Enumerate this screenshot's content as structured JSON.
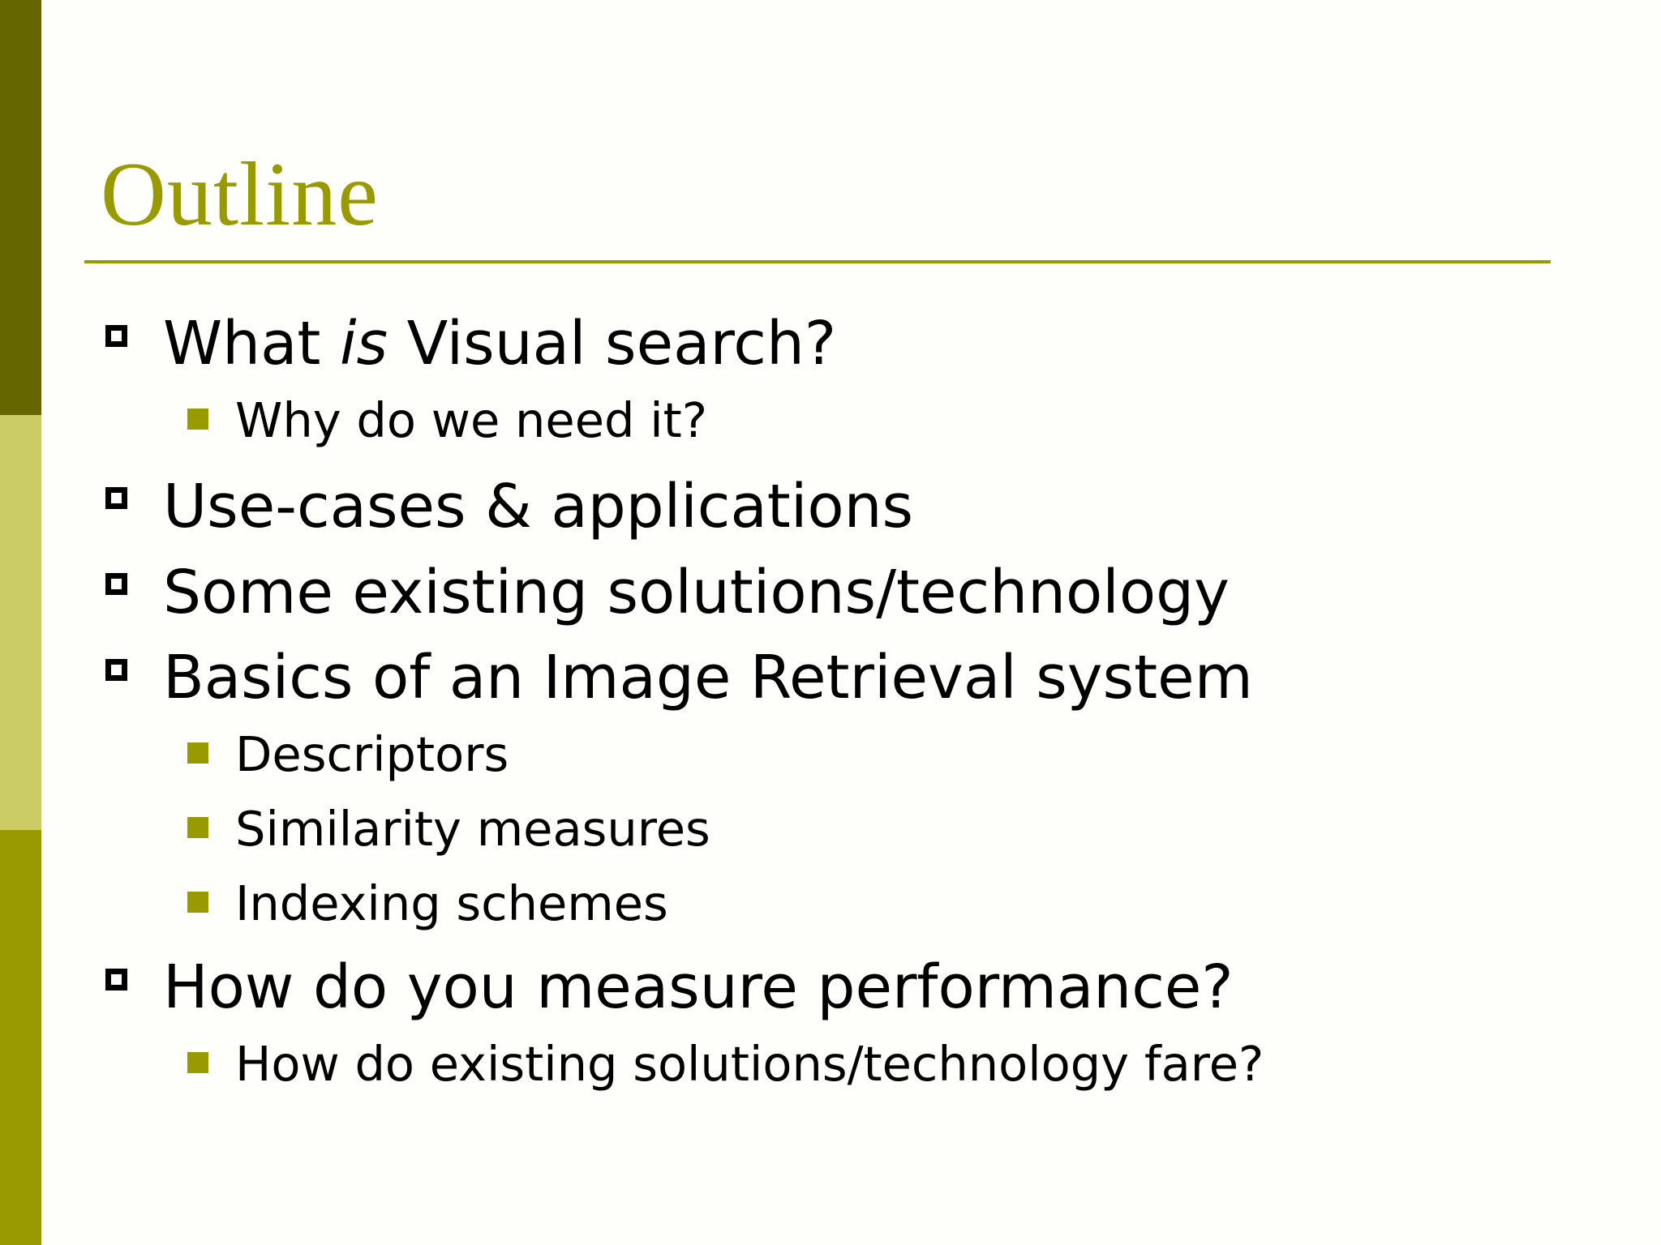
{
  "slide": {
    "title": "Outline",
    "colors": {
      "accent": "#999900",
      "band_dark": "#666600",
      "band_light": "#cccc66",
      "text": "#000000",
      "background": "#fefffa"
    },
    "items": [
      {
        "level": 1,
        "text_before": "What ",
        "text_emphasis": "is",
        "text_after": " Visual search?"
      },
      {
        "level": 2,
        "text": "Why do we need it?"
      },
      {
        "level": 1,
        "text": "Use-cases & applications"
      },
      {
        "level": 1,
        "text": "Some existing solutions/technology"
      },
      {
        "level": 1,
        "text": "Basics of an Image Retrieval system"
      },
      {
        "level": 2,
        "text": "Descriptors"
      },
      {
        "level": 2,
        "text": "Similarity measures"
      },
      {
        "level": 2,
        "text": "Indexing schemes"
      },
      {
        "level": 1,
        "text": "How do you measure performance?"
      },
      {
        "level": 2,
        "text": "How do existing solutions/technology fare?"
      }
    ]
  }
}
